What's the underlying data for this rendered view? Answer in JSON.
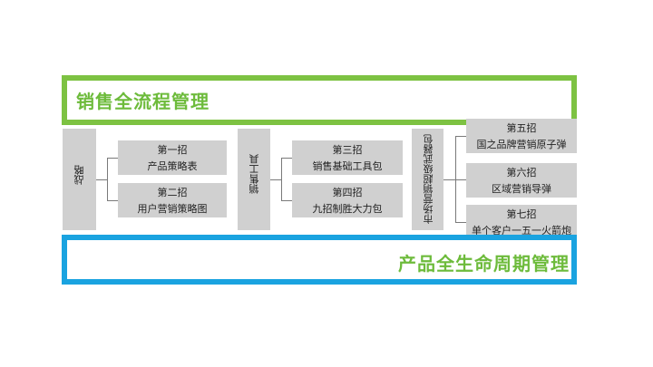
{
  "top_title": "销售全流程管理",
  "bottom_title": "产品全生命周期管理",
  "categories": [
    {
      "label": "战略",
      "items": [
        {
          "title": "第一招",
          "name": "产品策略表"
        },
        {
          "title": "第二招",
          "name": "用户营销策略图"
        }
      ]
    },
    {
      "label": "销售工具",
      "items": [
        {
          "title": "第三招",
          "name": "销售基础工具包"
        },
        {
          "title": "第四招",
          "name": "九招制胜大力包"
        }
      ]
    },
    {
      "label": "市场营销超级武器包",
      "items": [
        {
          "title": "第五招",
          "name": "国之品牌营销原子弹"
        },
        {
          "title": "第六招",
          "name": "区域营销导弹"
        },
        {
          "title": "第七招",
          "name": "单个客户一五一火箭炮"
        }
      ]
    }
  ],
  "colors": {
    "green": "#7dc242",
    "blue": "#1aa3e0",
    "grey": "#d0d0d0"
  }
}
